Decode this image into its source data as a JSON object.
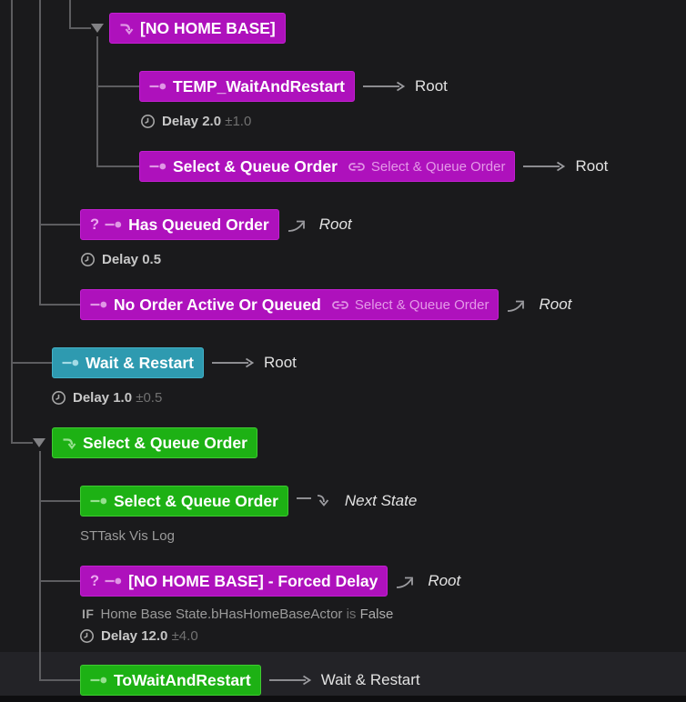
{
  "colors": {
    "background": "#1a1a1c",
    "highlight_band": "#232327",
    "tree_line": "#5d5d60",
    "state_magenta": "#ae11bc",
    "state_green": "#1db114",
    "state_teal": "#2e9ab0",
    "linked_text": "#e49ae8",
    "transition_text": "#e2e2e2"
  },
  "nodes": {
    "noHomeBase": {
      "label": "[NO HOME BASE]"
    },
    "tempWait": {
      "label": "TEMP_WaitAndRestart",
      "target": "Root"
    },
    "tempWaitDelay": {
      "label": "Delay",
      "value": "2.0",
      "dev": "±1.0"
    },
    "selectQueueLinked": {
      "label": "Select & Queue Order",
      "linked": "Select & Queue Order",
      "target": "Root"
    },
    "hasQueued": {
      "prefix": "?",
      "label": "Has Queued Order",
      "target": "Root"
    },
    "hasQueuedDelay": {
      "label": "Delay",
      "value": "0.5"
    },
    "noOrder": {
      "label": "No Order Active Or Queued",
      "linked": "Select & Queue Order",
      "target": "Root"
    },
    "waitRestart": {
      "label": "Wait & Restart",
      "target": "Root"
    },
    "waitRestartDelay": {
      "label": "Delay",
      "value": "1.0",
      "dev": "±0.5"
    },
    "selectQueueState": {
      "label": "Select & Queue Order"
    },
    "selectQueueTask": {
      "label": "Select & Queue Order",
      "target": "Next State"
    },
    "visLog": {
      "text": "STTask Vis Log"
    },
    "forcedDelay": {
      "prefix": "?",
      "label": "[NO HOME BASE] - Forced Delay",
      "target": "Root"
    },
    "forcedDelayIf": {
      "keyword": "IF",
      "condition": "Home Base State.bHasHomeBaseActor",
      "is": "is",
      "value": "False"
    },
    "forcedDelayDelay": {
      "label": "Delay",
      "value": "12.0",
      "dev": "±4.0"
    },
    "toWaitRestart": {
      "label": "ToWaitAndRestart",
      "target": "Wait & Restart"
    }
  }
}
